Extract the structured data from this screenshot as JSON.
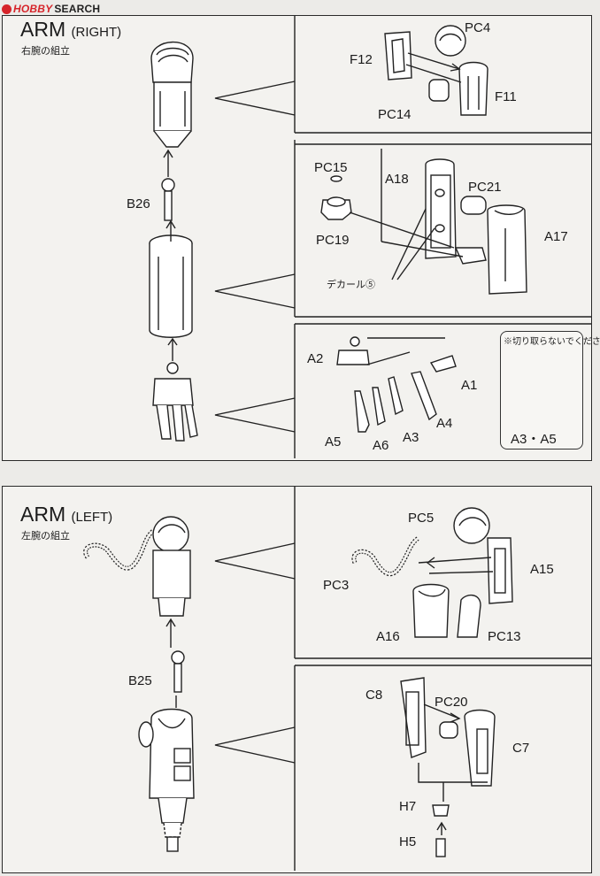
{
  "watermark": {
    "brand1": "HOBBY",
    "brand2": "SEARCH"
  },
  "right_arm": {
    "title_main": "ARM",
    "title_paren": "(RIGHT)",
    "subtitle": "右腕の組立",
    "labels": {
      "pc4": "PC4",
      "f12": "F12",
      "f11": "F11",
      "pc14": "PC14",
      "pc15": "PC15",
      "pc19": "PC19",
      "a18": "A18",
      "pc21": "PC21",
      "a17": "A17",
      "decal": "デカール⑤",
      "b26": "B26",
      "a2": "A2",
      "a1": "A1",
      "a4": "A4",
      "a3": "A3",
      "a5": "A5",
      "a6": "A6"
    },
    "note": {
      "text": "※切り取らないでください",
      "caption": "A3・A5"
    }
  },
  "left_arm": {
    "title_main": "ARM",
    "title_paren": "(LEFT)",
    "subtitle": "左腕の組立",
    "labels": {
      "pc5": "PC5",
      "pc3": "PC3",
      "a15": "A15",
      "a16": "A16",
      "pc13": "PC13",
      "b25": "B25",
      "c8": "C8",
      "pc20": "PC20",
      "c7": "C7",
      "h7": "H7",
      "h5": "H5"
    }
  }
}
